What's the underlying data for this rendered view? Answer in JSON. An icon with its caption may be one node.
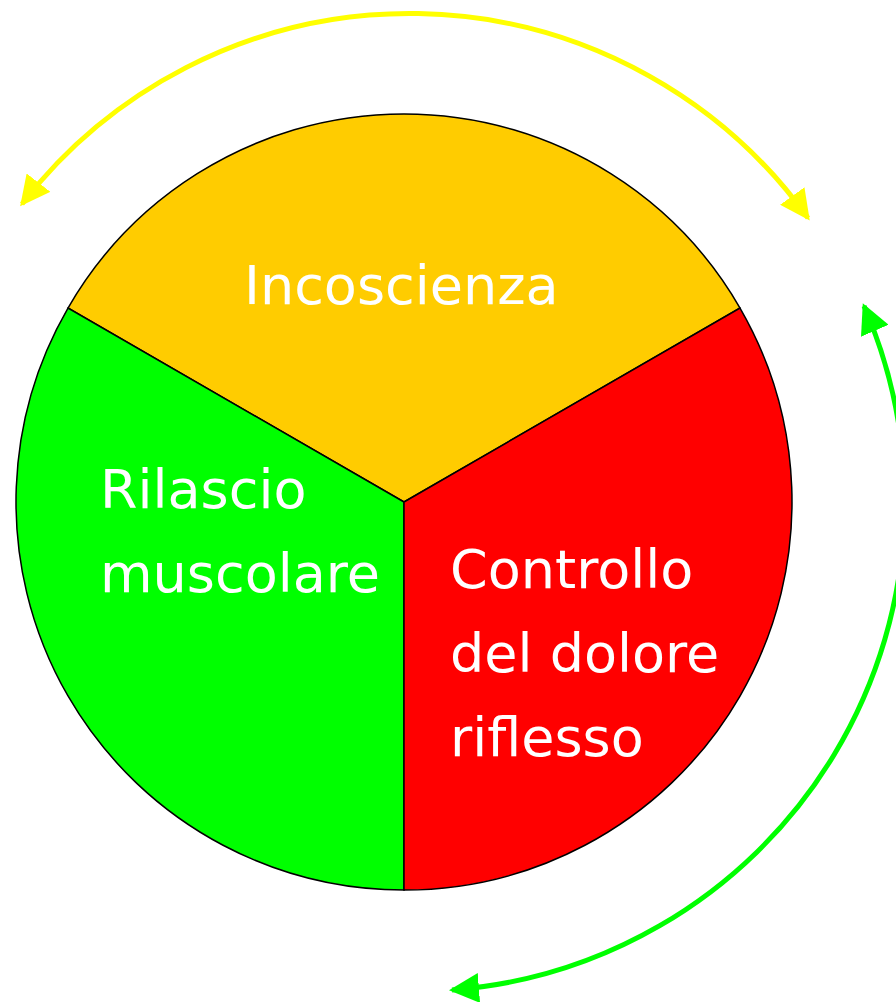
{
  "diagram": {
    "nodes": [
      {
        "text": [
          "Incoscienza"
        ]
      },
      {
        "text": [
          "Rilascio muscolare"
        ]
      },
      {
        "text": [
          "Controllo del dolore riflesso"
        ]
      }
    ]
  }
}
